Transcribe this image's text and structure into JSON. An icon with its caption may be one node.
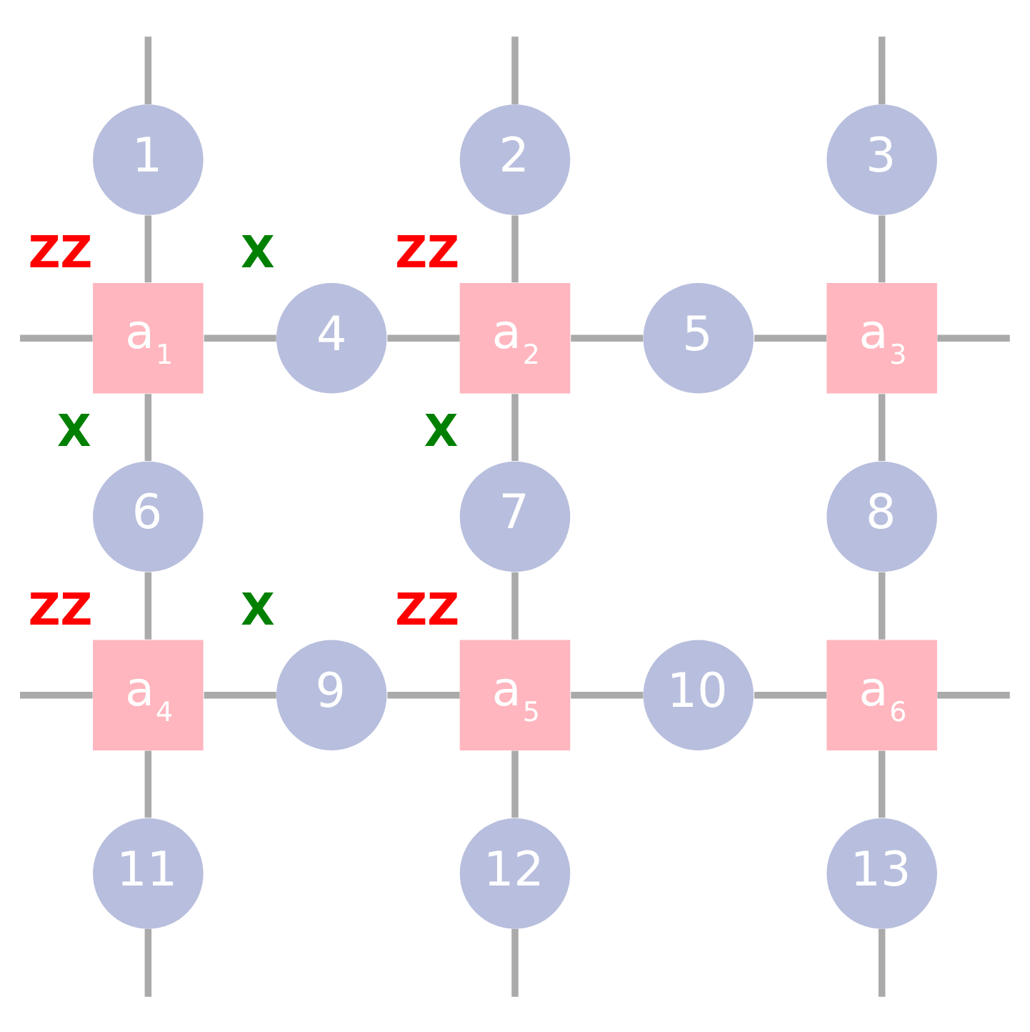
{
  "diagram": {
    "nodes": [
      {
        "text": [
          "1"
        ]
      },
      {
        "text": [
          "2"
        ]
      },
      {
        "text": [
          "3"
        ]
      },
      {
        "text": [
          "a$_{1}$"
        ],
        "beside": [
          "ZZ"
        ]
      },
      {
        "text": [
          "4"
        ],
        "beside": [
          "X"
        ]
      },
      {
        "text": [
          "a$_{2}$"
        ],
        "beside": [
          "ZZ"
        ]
      },
      {
        "text": [
          "5"
        ]
      },
      {
        "text": [
          "a$_{3}$"
        ]
      },
      {
        "text": [
          "6"
        ],
        "beside": [
          "X"
        ]
      },
      {
        "text": [
          "7"
        ],
        "beside": [
          "X"
        ]
      },
      {
        "text": [
          "8"
        ]
      },
      {
        "text": [
          "a$_{4}$"
        ],
        "beside": [
          "ZZ"
        ]
      },
      {
        "text": [
          "9"
        ],
        "beside": [
          "X"
        ]
      },
      {
        "text": [
          "a$_{5}$"
        ],
        "beside": [
          "ZZ"
        ]
      },
      {
        "text": [
          "10"
        ]
      },
      {
        "text": [
          "a$_{6}$"
        ]
      },
      {
        "text": [
          "11"
        ]
      },
      {
        "text": [
          "12"
        ]
      },
      {
        "text": [
          "13"
        ]
      }
    ],
    "edges": [
      {
        "from": null,
        "to": 0,
        "arrow": "none"
      },
      {
        "from": 0,
        "to": 3,
        "arrow": "none"
      },
      {
        "from": 3,
        "to": 8,
        "arrow": "none"
      },
      {
        "from": 8,
        "to": 11,
        "arrow": "none"
      },
      {
        "from": 11,
        "to": 16,
        "arrow": "none"
      },
      {
        "from": 16,
        "to": null,
        "arrow": "none"
      },
      {
        "from": null,
        "to": 1,
        "arrow": "none"
      },
      {
        "from": 1,
        "to": 5,
        "arrow": "none"
      },
      {
        "from": 5,
        "to": 9,
        "arrow": "none"
      },
      {
        "from": 9,
        "to": 13,
        "arrow": "none"
      },
      {
        "from": 13,
        "to": 17,
        "arrow": "none"
      },
      {
        "from": 17,
        "to": null,
        "arrow": "none"
      },
      {
        "from": null,
        "to": 2,
        "arrow": "none"
      },
      {
        "from": 2,
        "to": 7,
        "arrow": "none"
      },
      {
        "from": 7,
        "to": 10,
        "arrow": "none"
      },
      {
        "from": 10,
        "to": 15,
        "arrow": "none"
      },
      {
        "from": 15,
        "to": 18,
        "arrow": "none"
      },
      {
        "from": 18,
        "to": null,
        "arrow": "none"
      },
      {
        "from": null,
        "to": 3,
        "arrow": "none"
      },
      {
        "from": 3,
        "to": 4,
        "arrow": "none"
      },
      {
        "from": 4,
        "to": 5,
        "arrow": "none"
      },
      {
        "from": 5,
        "to": 6,
        "arrow": "none"
      },
      {
        "from": 6,
        "to": 7,
        "arrow": "none"
      },
      {
        "from": 7,
        "to": null,
        "arrow": "none"
      },
      {
        "from": null,
        "to": 11,
        "arrow": "none"
      },
      {
        "from": 11,
        "to": 12,
        "arrow": "none"
      },
      {
        "from": 12,
        "to": 13,
        "arrow": "none"
      },
      {
        "from": 13,
        "to": 14,
        "arrow": "none"
      },
      {
        "from": 14,
        "to": 15,
        "arrow": "none"
      },
      {
        "from": 15,
        "to": null,
        "arrow": "none"
      }
    ]
  }
}
